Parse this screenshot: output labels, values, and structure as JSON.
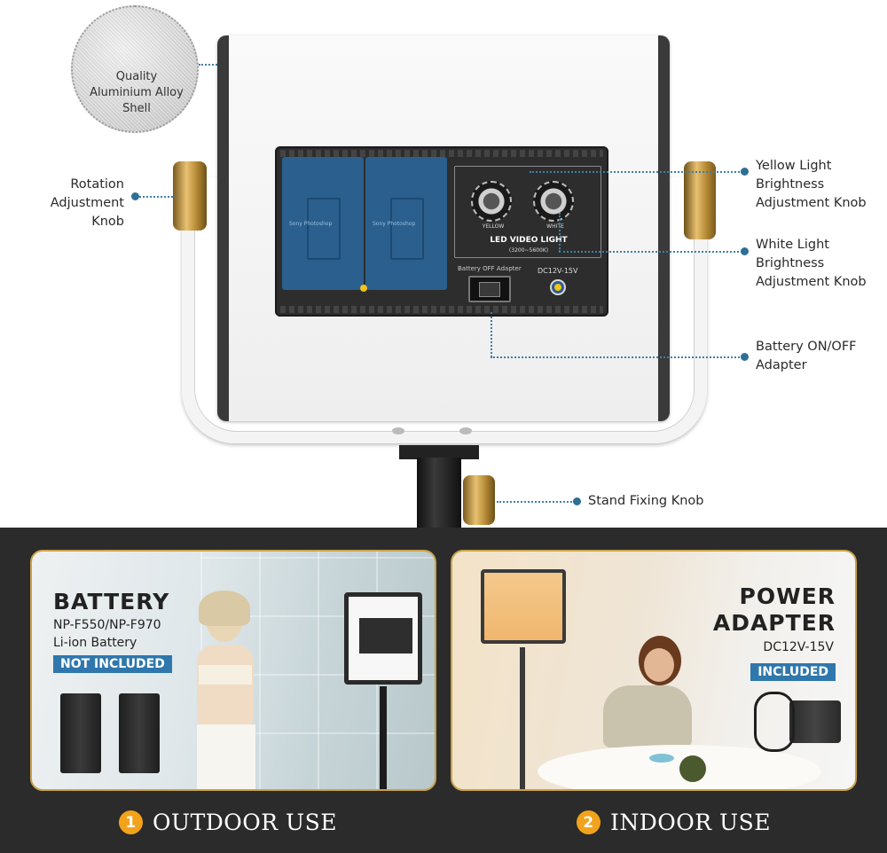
{
  "features": {
    "shell": [
      "Quality",
      "Aluminium Alloy",
      "Shell"
    ],
    "rotation_knob": [
      "Rotation",
      "Adjustment Knob"
    ],
    "yellow_knob": [
      "Yellow Light",
      "Brightness",
      "Adjustment Knob"
    ],
    "white_knob": [
      "White Light",
      "Brightness",
      "Adjustment Knob"
    ],
    "battery_switch": [
      "Battery ON/OFF",
      "Adapter"
    ],
    "stand_knob": "Stand Fixing Knob"
  },
  "panel": {
    "title": "LED VIDEO LIGHT",
    "range": "(3200~5600K)",
    "yellow": "YELLOW",
    "white": "WHITE",
    "switch_label": "Battery OFF Adapter",
    "dc_label": "DC12V-15V",
    "battery_model_1": "Sony Photoshop",
    "battery_model_2": "Sony Photoshop"
  },
  "outdoor": {
    "heading": "BATTERY",
    "model": "NP-F550/NP-F970",
    "type": "Li-ion Battery",
    "badge": "NOT INCLUDED",
    "caption_num": "1",
    "caption": "OUTDOOR USE"
  },
  "indoor": {
    "heading_1": "POWER",
    "heading_2": "ADAPTER",
    "spec": "DC12V-15V",
    "badge": "INCLUDED",
    "caption_num": "2",
    "caption": "INDOOR USE"
  },
  "colors": {
    "accent_blue": "#2f77ad",
    "gold": "#c9a24a",
    "number_orange": "#f2a31b",
    "band": "#2b2b2b"
  }
}
